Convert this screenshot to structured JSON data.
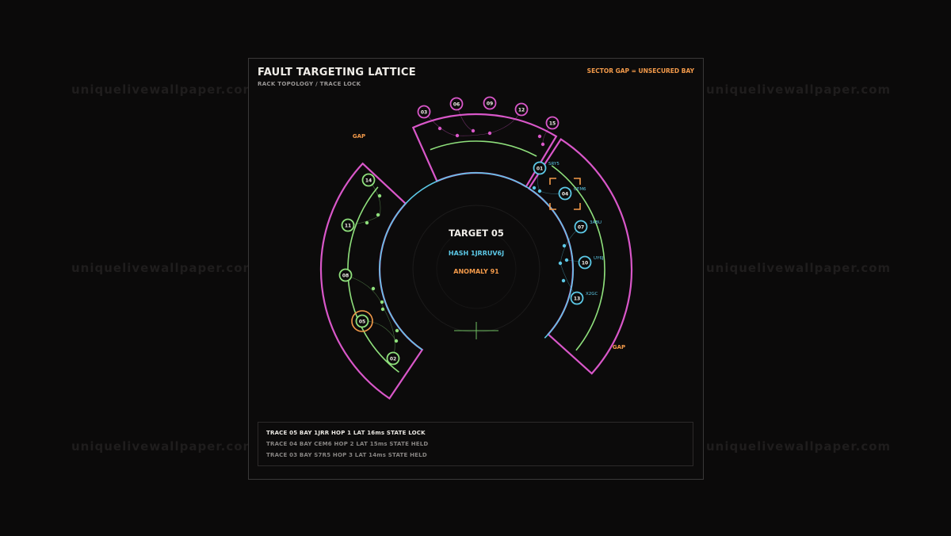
{
  "watermark": "uniquelivewallpaper.com",
  "header": {
    "title": "FAULT TARGETING LATTICE",
    "subtitle": "RACK TOPOLOGY / TRACE LOCK",
    "legend": "SECTOR GAP = UNSECURED BAY"
  },
  "center": {
    "target": "TARGET 05",
    "hash": "HASH 1JRRUV6J",
    "anomaly": "ANOMALY 91"
  },
  "gap_labels": [
    "GAP",
    "GAP"
  ],
  "colors": {
    "magenta": "#d957c9",
    "green": "#8fe07c",
    "cyan": "#5cc8e6",
    "orange": "#f39a4a",
    "text": "#f1eee9"
  },
  "nodes": {
    "green": [
      "14",
      "11",
      "08",
      "05",
      "02"
    ],
    "magenta": [
      "03",
      "06",
      "09",
      "12",
      "15"
    ],
    "cyan": [
      "01",
      "04",
      "07",
      "10",
      "13"
    ]
  },
  "node_tags": [
    "SRY5",
    "CEM6",
    "3ABU",
    "UY6J",
    "X2GC"
  ],
  "traces": [
    "TRACE 05  BAY 1JRR  HOP 1  LAT 16ms  STATE LOCK",
    "TRACE 04  BAY CEM6  HOP 2  LAT 15ms  STATE HELD",
    "TRACE 03  BAY S7R5  HOP 3  LAT 14ms  STATE HELD"
  ]
}
